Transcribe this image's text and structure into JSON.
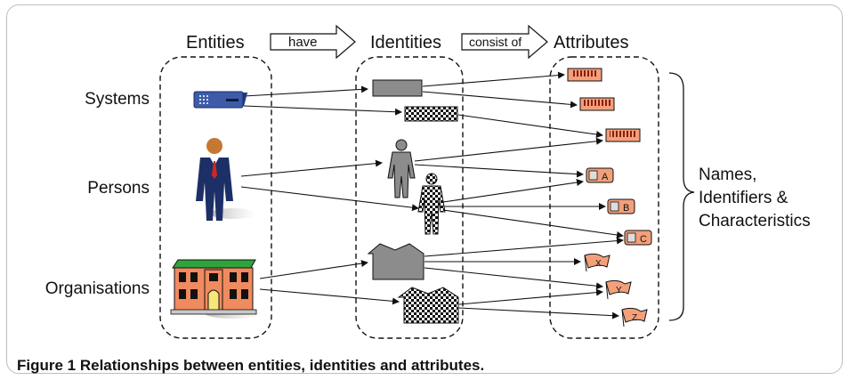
{
  "headers": {
    "entities": "Entities",
    "have": "have",
    "identities": "Identities",
    "consist_of": "consist of",
    "attributes": "Attributes"
  },
  "rows": {
    "systems": "Systems",
    "persons": "Persons",
    "organisations": "Organisations"
  },
  "bracket_label": [
    "Names,",
    "Identifiers &",
    "Characteristics"
  ],
  "attribute_tags": {
    "a": "A",
    "b": "B",
    "c": "C"
  },
  "flag_tags": {
    "x": "X",
    "y": "Y",
    "z": "Z"
  },
  "caption": "Figure 1 Relationships between entities, identities and attributes.",
  "colors": {
    "server_blue": "#3d5ba8",
    "suit_navy": "#1c2f66",
    "tie_red": "#d0261f",
    "skin": "#c47832",
    "building_brick": "#f08a5f",
    "roof_green": "#2fa33c",
    "identity_gray": "#8c8c8c",
    "attribute_orange": "#f08a5f"
  },
  "icons": [
    "server-icon",
    "person-icon",
    "building-icon",
    "barcode-icon",
    "id-card-icon",
    "flag-icon"
  ]
}
